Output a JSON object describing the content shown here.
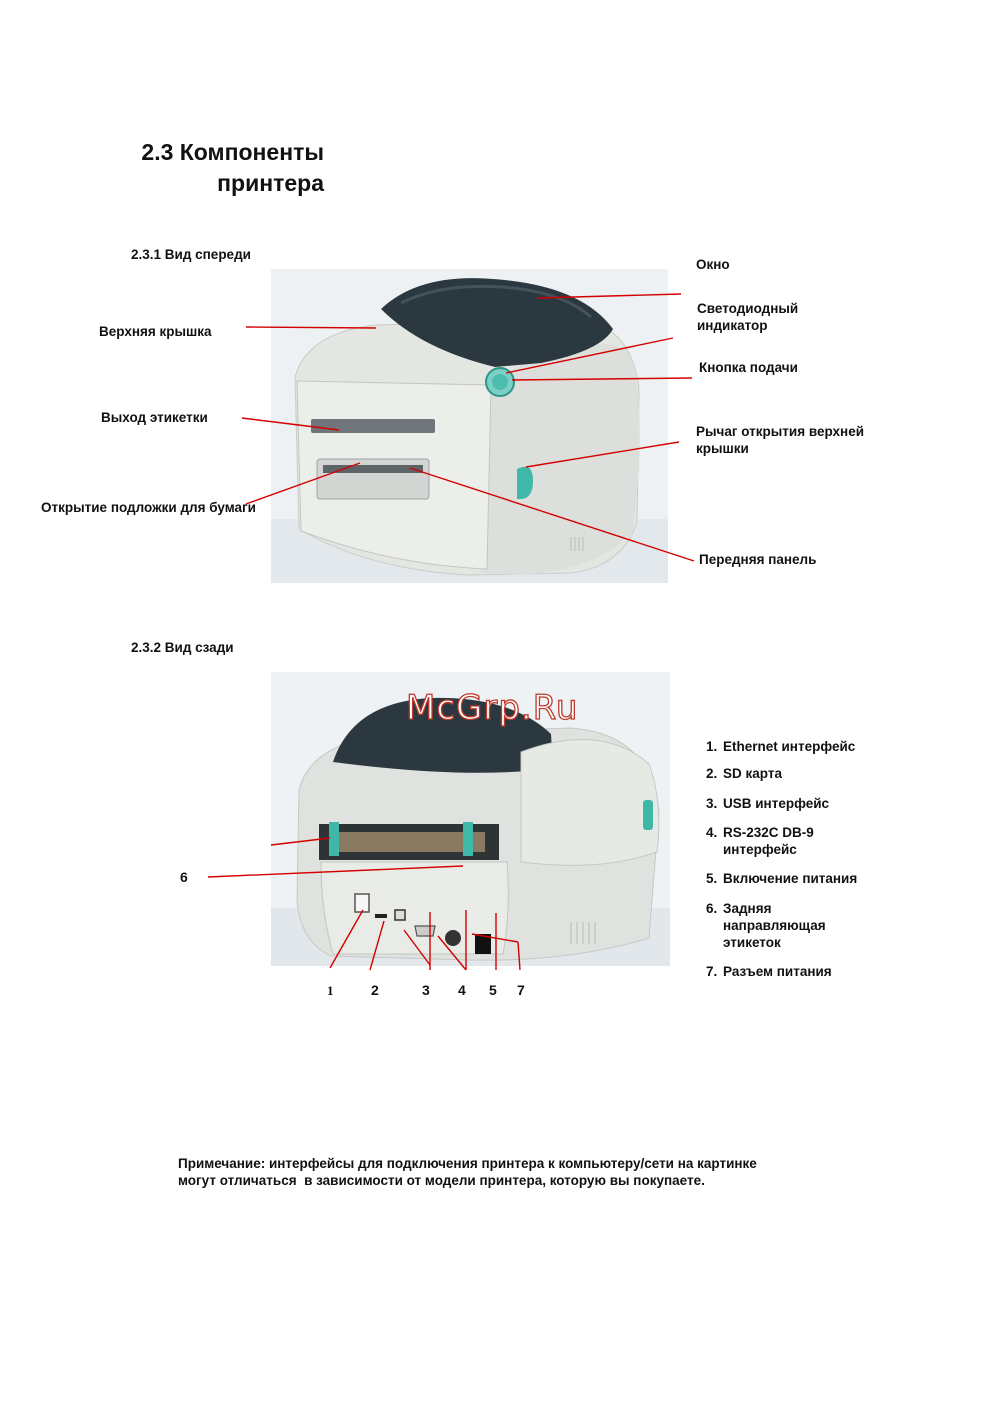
{
  "section": {
    "number_and_title_line1": "2.3 Компоненты",
    "title_line2": "принтера"
  },
  "front_view": {
    "heading": "2.3.1 Вид спереди",
    "labels": {
      "window": "Окно",
      "led_line1": "Светодиодный",
      "led_line2": "индикатор",
      "feed_button": "Кнопка подачи",
      "lever_line1": "Рычаг открытия верхней",
      "lever_line2": "крышки",
      "front_panel": "Передняя панель",
      "top_cover": "Верхняя крышка",
      "label_exit": "Выход этикетки",
      "paper_liner": "Открытие подложки для бумаги"
    }
  },
  "rear_view": {
    "heading": "2.3.2 Вид сзади",
    "watermark": "McGrp.Ru",
    "callout_6": "6",
    "bottom_numbers": [
      "1",
      "2",
      "3",
      "4",
      "5",
      "7"
    ],
    "legend": [
      {
        "n": "1.",
        "text": "Ethernet интерфейс"
      },
      {
        "n": "2.",
        "text": "SD карта"
      },
      {
        "n": "3.",
        "text": "USB интерфейс"
      },
      {
        "n": "4.",
        "text": "RS-232C DB-9 интерфейс"
      },
      {
        "n": "5.",
        "text": "Включение питания"
      },
      {
        "n": "6.",
        "text": "Задняя направляющая этикеток"
      },
      {
        "n": "7.",
        "text": "Разъем питания"
      }
    ]
  },
  "note": {
    "line1": "Примечание: интерфейсы для подключения принтера к компьютеру/сети на картинке",
    "line2": "могут отличаться  в зависимости от модели принтера, которую вы покупаете."
  },
  "colors": {
    "callout_line": "#d40000",
    "printer_body": "#e6e8e4",
    "printer_lid": "#2b3840",
    "teal_accent": "#3fb8a8"
  }
}
